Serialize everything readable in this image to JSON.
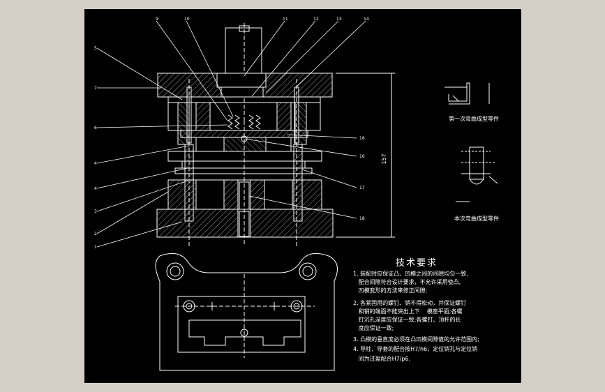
{
  "colors": {
    "background": "#d4d0c8",
    "canvas": "#000000",
    "line": "#ffffff",
    "hatch": "#9a9a9a"
  },
  "drawing": {
    "callouts": [
      "9",
      "10",
      "11",
      "12",
      "13",
      "14",
      "5",
      "7",
      "6",
      "4",
      "4",
      "3",
      "2",
      "1",
      "16",
      "16",
      "17",
      "18"
    ],
    "dimension_height": "157",
    "caption_first_bend": "第一次弯曲成型零件",
    "caption_second_bend": "本次弯曲成型零件",
    "requirements_title": "技术要求",
    "requirements": [
      "1. 装配时应保证凸、凹模之间的间隙均匀一致,",
      "   配合间隙符合设计要求，不允许采用使凸,",
      "   凹模变形的方法来修正间隙;",
      "2. 各紧固用的螺钉、销不得松动，并保证螺钉",
      "   和销的端面不能突出上下    模座平面;各螺",
      "   钉沉孔深度应保证一致;各螺钉、顶杆的长",
      "   度应保证一致;",
      "3. 凸模的垂直度必须在凸凹模间隙值的允许范围内;",
      "4. 导柱、导套的配合按H7/h6，定位销孔与定位销",
      "   间为过盈配合H7/p6."
    ]
  }
}
